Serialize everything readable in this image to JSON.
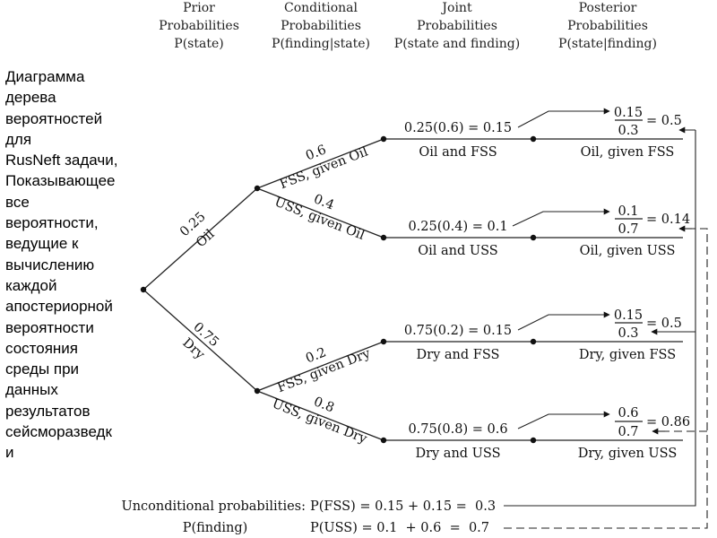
{
  "headers": {
    "prior": [
      "Prior",
      "Probabilities",
      "P(state)"
    ],
    "conditional": [
      "Conditional",
      "Probabilities",
      "P(finding|state)"
    ],
    "joint": [
      "Joint",
      "Probabilities",
      "P(state and finding)"
    ],
    "posterior": [
      "Posterior",
      "Probabilities",
      "P(state|finding)"
    ]
  },
  "side_caption": "Диаграмма\nдерева\nвероятностей\nдля\nRusNeft задачи,\nПоказывающее\nвсе\nвероятности,\nведущие к\nвычислению\nкаждой\nапостериорной\nвероятности\nсостояния\nсреды при\nданных\nрезультатов\nсейсморазведк\nи",
  "branches": {
    "oil_prob": "0.25",
    "oil_label": "Oil",
    "dry_prob": "0.75",
    "dry_label": "Dry",
    "oil_fss_prob": "0.6",
    "oil_fss_label": "FSS, given Oil",
    "oil_uss_prob": "0.4",
    "oil_uss_label": "USS, given Oil",
    "dry_fss_prob": "0.2",
    "dry_fss_label": "FSS, given Dry",
    "dry_uss_prob": "0.8",
    "dry_uss_label": "USS, given Dry"
  },
  "rows": [
    {
      "joint_calc": "0.25(0.6) = 0.15",
      "joint_label": "Oil and FSS",
      "post_num": "0.15",
      "post_den": "0.3",
      "post_val": "= 0.5",
      "post_label": "Oil, given FSS"
    },
    {
      "joint_calc": "0.25(0.4) = 0.1",
      "joint_label": "Oil and USS",
      "post_num": "0.1",
      "post_den": "0.7",
      "post_val": "= 0.14",
      "post_label": "Oil, given USS"
    },
    {
      "joint_calc": "0.75(0.2) = 0.15",
      "joint_label": "Dry and FSS",
      "post_num": "0.15",
      "post_den": "0.3",
      "post_val": "= 0.5",
      "post_label": "Dry, given FSS"
    },
    {
      "joint_calc": "0.75(0.8) = 0.6",
      "joint_label": "Dry and USS",
      "post_num": "0.6",
      "post_den": "0.7",
      "post_val": "= 0.86",
      "post_label": "Dry, given USS"
    }
  ],
  "unconditional": {
    "label1": "Unconditional probabilities:",
    "label2": "P(finding)",
    "fss": "P(FSS) = 0.15 + 0.15 =  0.3",
    "uss": "P(USS) = 0.1  + 0.6  =  0.7"
  }
}
